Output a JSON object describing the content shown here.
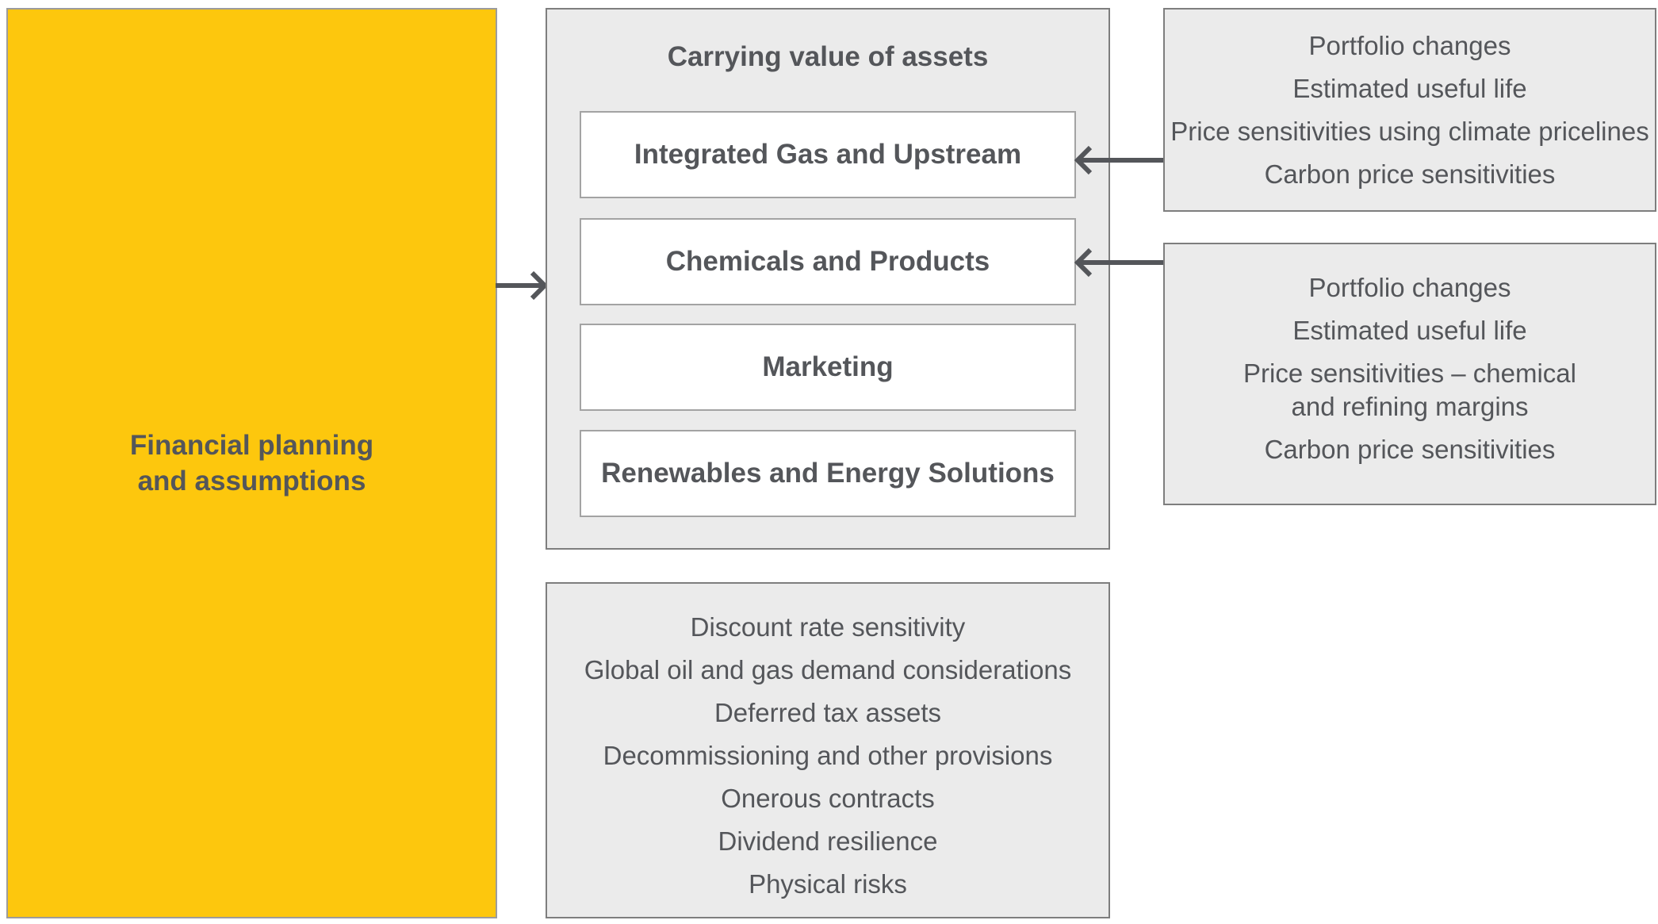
{
  "colors": {
    "accent_yellow": "#FDC70D",
    "panel_background": "#EBEBEB",
    "panel_border": "#7E7E7E",
    "segment_background": "#FFFFFF",
    "segment_border": "#A3A3A3",
    "text": "#54565A"
  },
  "financial_planning": {
    "title_line1": "Financial planning",
    "title_line2": "and assumptions"
  },
  "carrying_value": {
    "title": "Carrying value of assets",
    "segments": [
      "Integrated Gas and Upstream",
      "Chemicals and Products",
      "Marketing",
      "Renewables and Energy Solutions"
    ]
  },
  "upstream_factors": {
    "items": [
      "Portfolio changes",
      "Estimated useful life",
      "Price sensitivities using climate pricelines",
      "Carbon price sensitivities"
    ]
  },
  "chemicals_factors": {
    "items": [
      {
        "lines": [
          "Portfolio changes"
        ]
      },
      {
        "lines": [
          "Estimated useful life"
        ]
      },
      {
        "lines": [
          "Price sensitivities – chemical",
          "and refining margins"
        ]
      },
      {
        "lines": [
          "Carbon price sensitivities"
        ]
      }
    ]
  },
  "considerations": {
    "items": [
      "Discount rate sensitivity",
      "Global oil and gas demand considerations",
      "Deferred tax assets",
      "Decommissioning and other provisions",
      "Onerous contracts",
      "Dividend resilience",
      "Physical risks"
    ]
  },
  "icons": {
    "arrow_right": "→",
    "arrow_left": "←"
  }
}
